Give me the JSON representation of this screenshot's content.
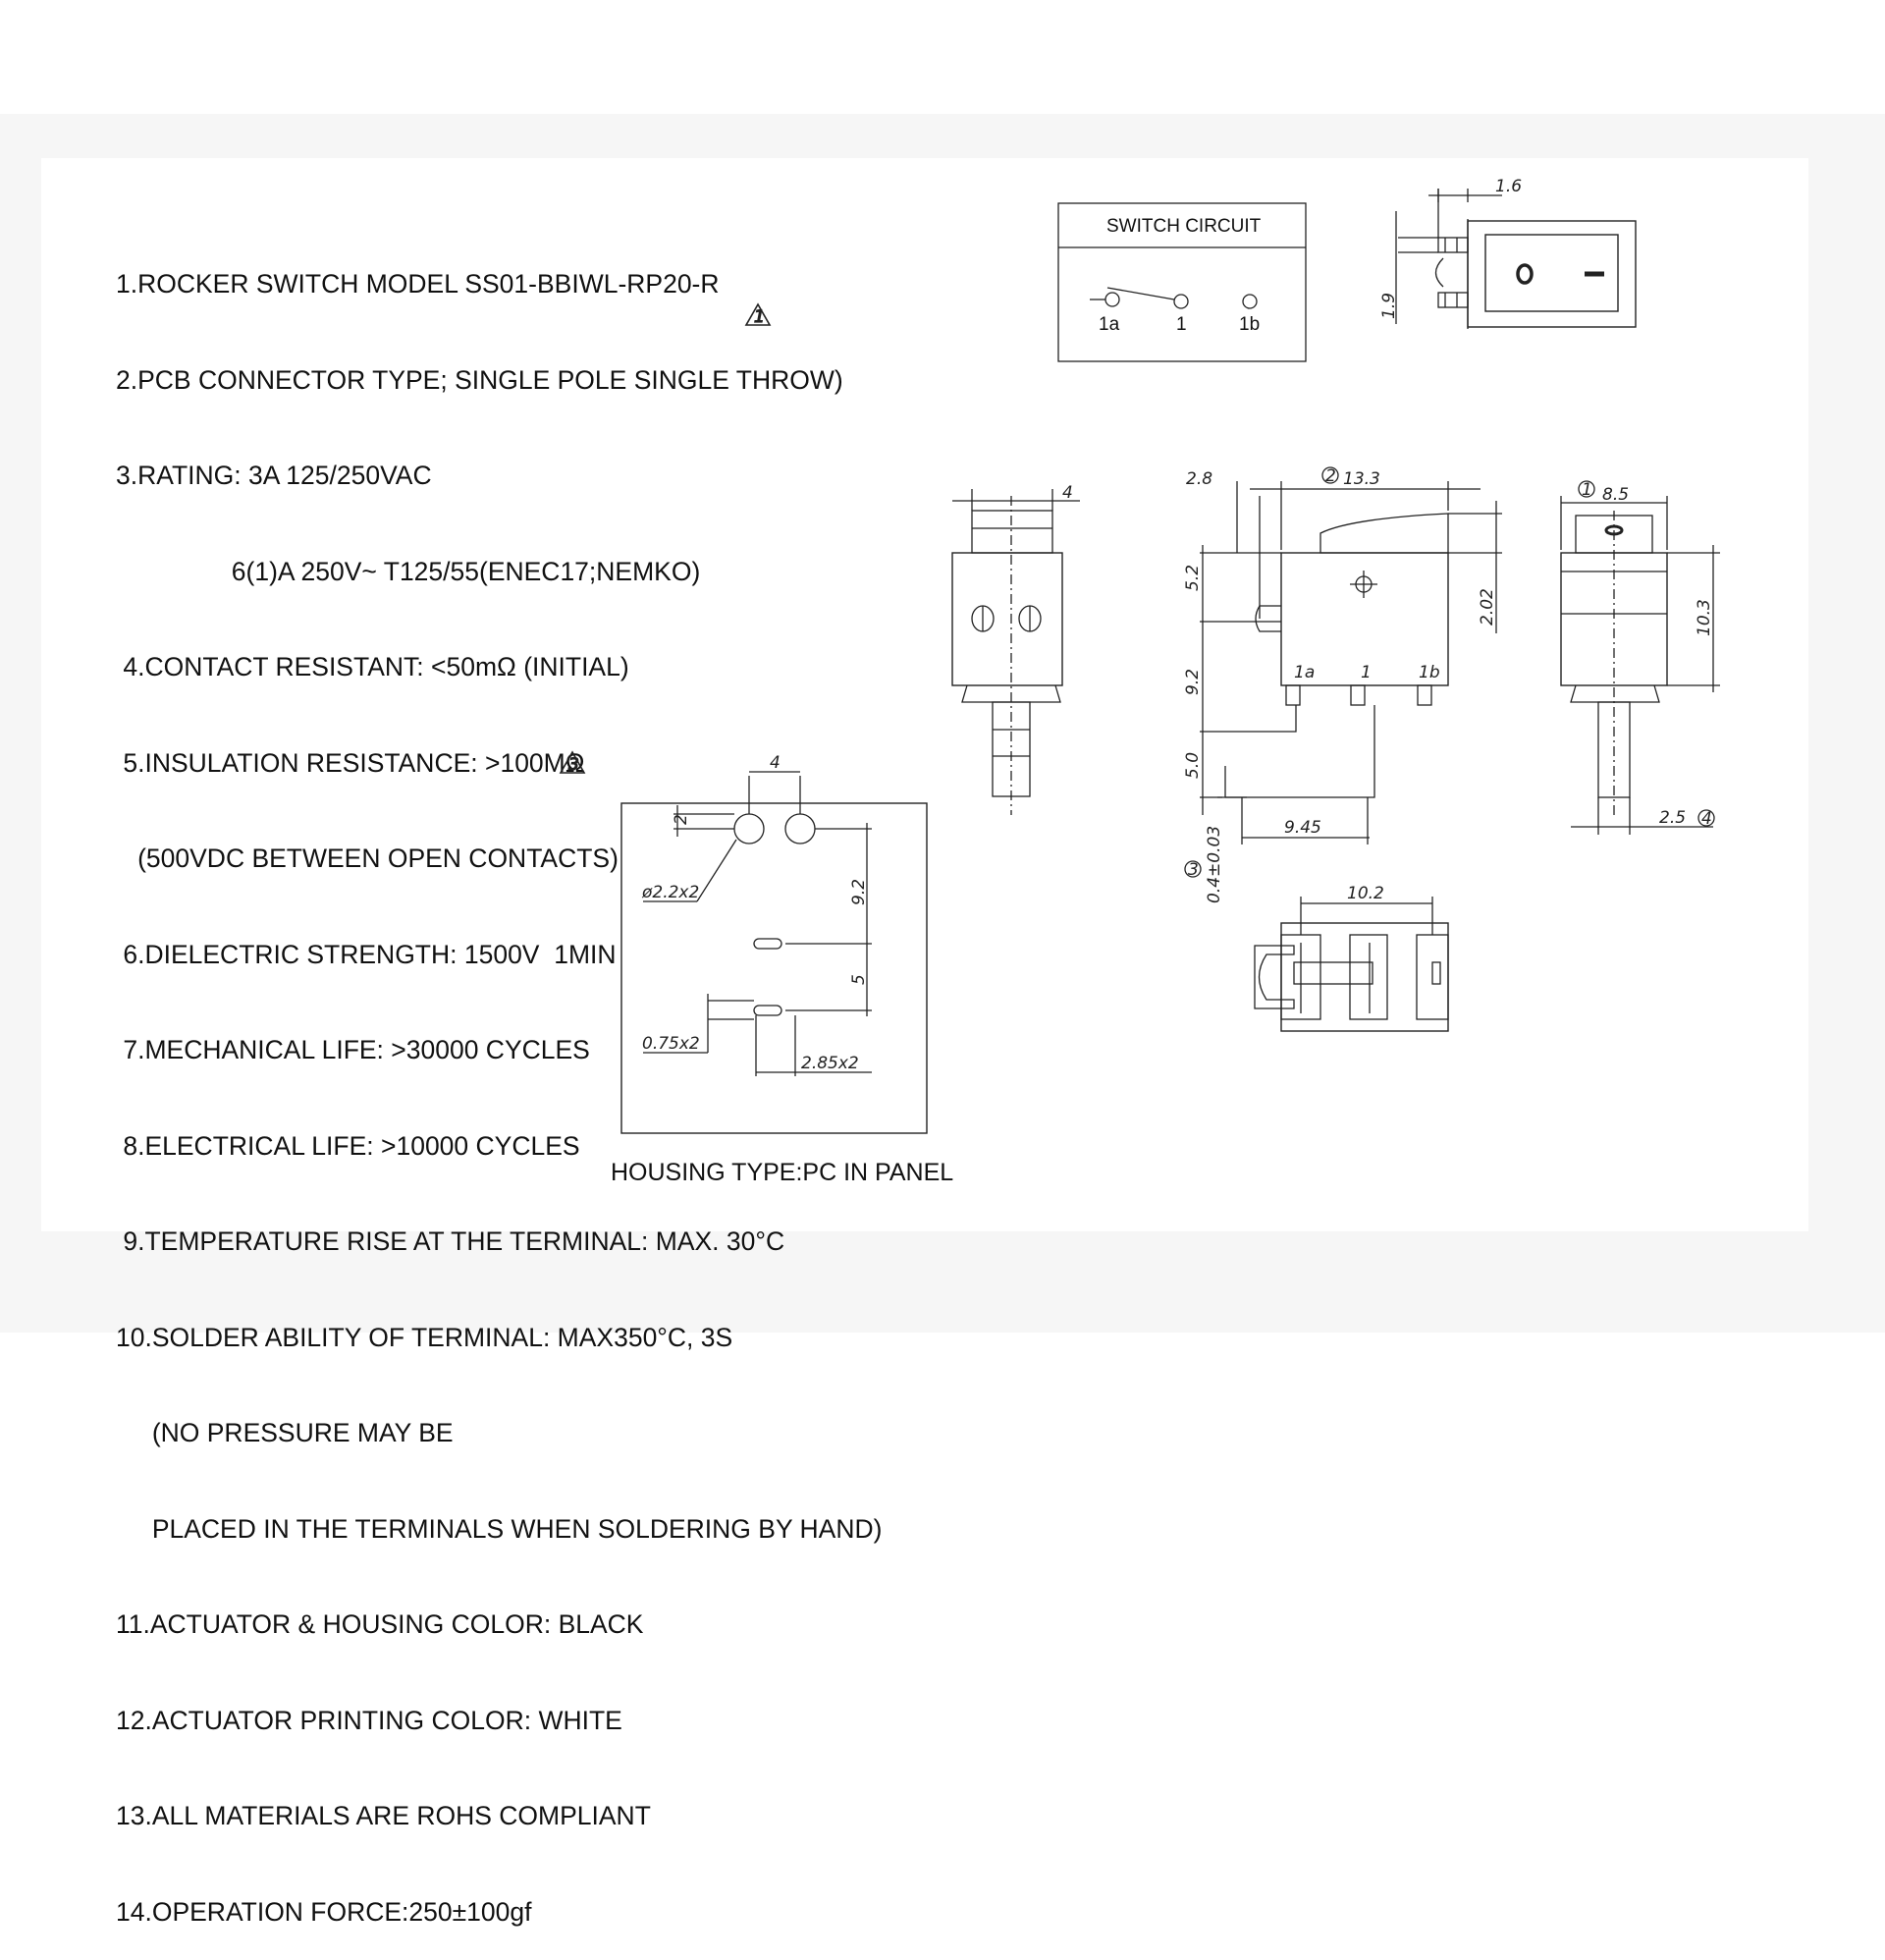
{
  "specs": [
    "1.ROCKER SWITCH MODEL SS01-BBIWL-RP20-R",
    "2.PCB CONNECTOR TYPE; SINGLE POLE SINGLE THROW)",
    "3.RATING: 3A 125/250VAC",
    "                6(1)A 250V~ T125/55(ENEC17;NEMKO)",
    " 4.CONTACT RESISTANT: <50mΩ (INITIAL)",
    " 5.INSULATION RESISTANCE: >100MΩ",
    "   (500VDC BETWEEN OPEN CONTACTS)",
    " 6.DIELECTRIC STRENGTH: 1500V  1MIN",
    " 7.MECHANICAL LIFE: >30000 CYCLES",
    " 8.ELECTRICAL LIFE: >10000 CYCLES",
    " 9.TEMPERATURE RISE AT THE TERMINAL: MAX. 30°C",
    "10.SOLDER ABILITY OF TERMINAL: MAX350°C, 3S",
    "     (NO PRESSURE MAY BE",
    "     PLACED IN THE TERMINALS WHEN SOLDERING BY HAND)",
    "11.ACTUATOR & HOUSING COLOR: BLACK",
    "12.ACTUATOR PRINTING COLOR: WHITE",
    "13.ALL MATERIALS ARE ROHS COMPLIANT",
    "14.OPERATION FORCE:250±100gf"
  ],
  "revision_marks": {
    "rating": "1",
    "force": "3"
  },
  "switch_circuit": {
    "title": "SWITCH CIRCUIT",
    "terminals": [
      "1a",
      "1",
      "1b"
    ]
  },
  "top_view": {
    "dim_width": "1.6",
    "dim_height": "1.9",
    "symbol_off": "O",
    "symbol_on": "—"
  },
  "side_view_left": {
    "dim_top": "4"
  },
  "front_view": {
    "dim_offset": "2.8",
    "dim_width": "13.3",
    "dim_width_mark": "2",
    "dim_upper": "5.2",
    "dim_middle": "9.2",
    "dim_lower": "5.0",
    "dim_actuator": "2.02",
    "dim_bottom": "9.45",
    "dim_thickness": "0.4±0.03",
    "dim_thickness_mark": "3",
    "terminals": [
      "1a",
      "1",
      "1b"
    ]
  },
  "side_view_right": {
    "dim_width": "8.5",
    "dim_width_mark": "1",
    "dim_height": "10.3",
    "dim_pin": "2.5",
    "dim_pin_mark": "4"
  },
  "bottom_view": {
    "dim_width": "10.2"
  },
  "pcb_layout": {
    "dim_spacing": "4",
    "dim_top": "2",
    "dim_hole": "ø2.2x2",
    "dim_vertical_1": "9.2",
    "dim_vertical_2": "5",
    "dim_slot_width": "0.75x2",
    "dim_slot_length": "2.85x2"
  },
  "caption": "HOUSING TYPE:PC IN PANEL"
}
